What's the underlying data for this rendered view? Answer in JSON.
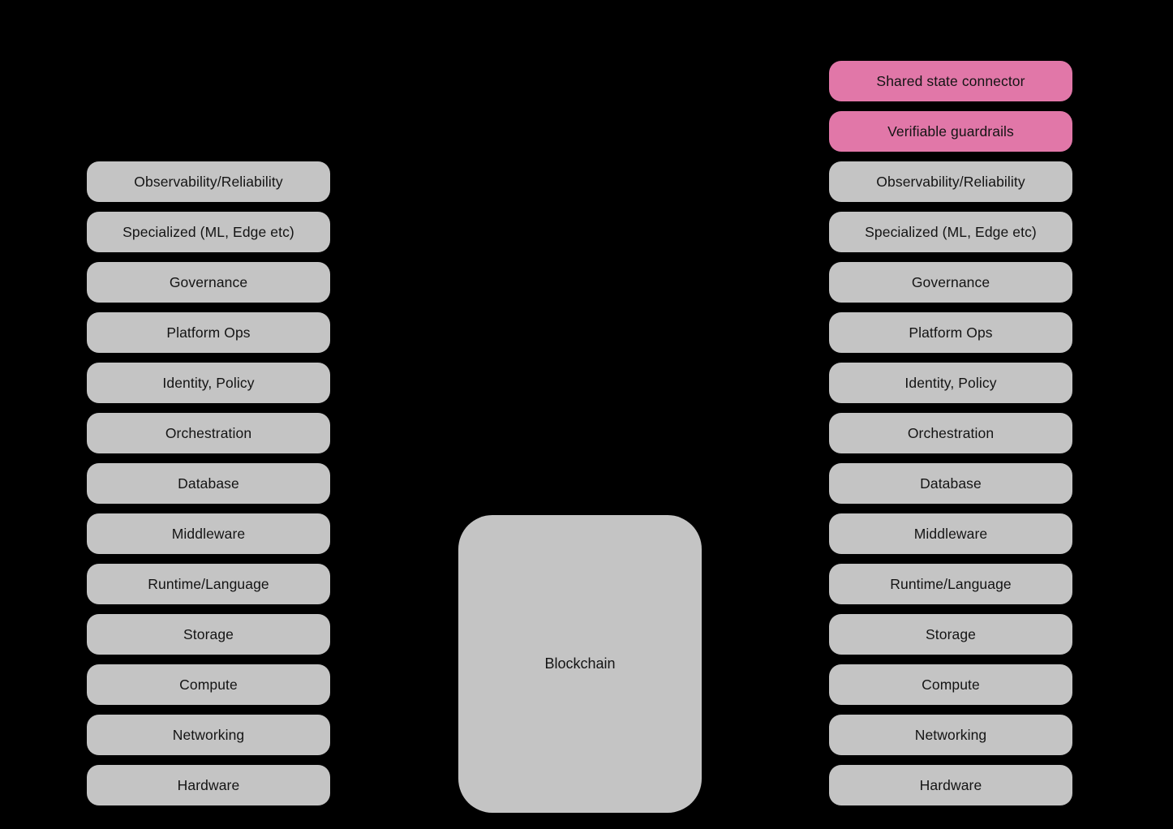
{
  "diagram": {
    "colors": {
      "background": "#000000",
      "gray_box": "#c4c4c4",
      "pink_box": "#e177a8",
      "text": "#141414"
    },
    "center_box": {
      "label": "Blockchain"
    },
    "left_column": {
      "items": [
        "Observability/Reliability",
        "Specialized (ML, Edge etc)",
        "Governance",
        "Platform Ops",
        "Identity, Policy",
        "Orchestration",
        "Database",
        "Middleware",
        "Runtime/Language",
        "Storage",
        "Compute",
        "Networking",
        "Hardware"
      ]
    },
    "right_column": {
      "highlighted_items": [
        "Shared state connector",
        "Verifiable guardrails"
      ],
      "items": [
        "Observability/Reliability",
        "Specialized (ML, Edge etc)",
        "Governance",
        "Platform Ops",
        "Identity, Policy",
        "Orchestration",
        "Database",
        "Middleware",
        "Runtime/Language",
        "Storage",
        "Compute",
        "Networking",
        "Hardware"
      ]
    }
  }
}
